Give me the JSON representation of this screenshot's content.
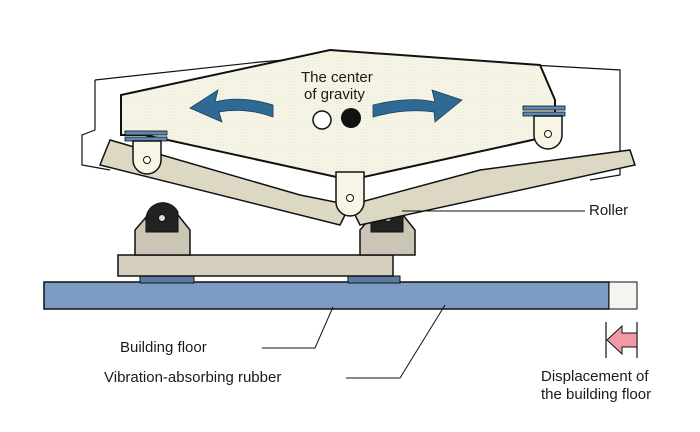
{
  "diagram": {
    "labels": {
      "center_of_gravity_line1": "The center",
      "center_of_gravity_line2": "of gravity",
      "roller": "Roller",
      "building_floor": "Building floor",
      "rubber": "Vibration-absorbing rubber",
      "displacement_line1": "Displacement of",
      "displacement_line2": "the building floor"
    },
    "colors": {
      "body_fill": "#f7f6e6",
      "base_plate_fill": "#d6d1c0",
      "floor_fill": "#7e9cc4",
      "rubber_fill": "#5d7a9f",
      "motion_arrow": "#2e6a93",
      "displacement_arrow": "#f19aa6",
      "outline": "#111111"
    }
  }
}
